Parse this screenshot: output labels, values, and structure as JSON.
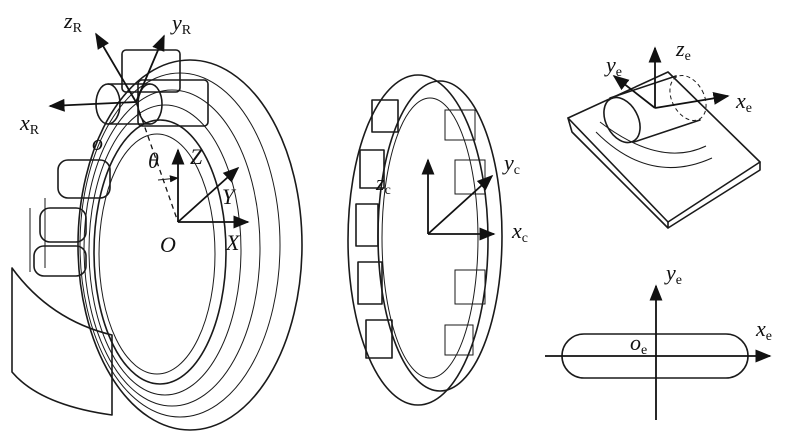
{
  "labels": {
    "bearing": {
      "xR": {
        "main": "x",
        "sub": "R"
      },
      "yR": {
        "main": "y",
        "sub": "R"
      },
      "zR": {
        "main": "z",
        "sub": "R"
      },
      "o": "o",
      "theta": "θ",
      "Z": "Z",
      "Y": "Y",
      "X": "X",
      "O": "O"
    },
    "cage": {
      "xc": {
        "main": "x",
        "sub": "c"
      },
      "yc": {
        "main": "y",
        "sub": "c"
      },
      "zc": {
        "main": "z",
        "sub": "c"
      }
    },
    "element": {
      "xe": {
        "main": "x",
        "sub": "e"
      },
      "ye": {
        "main": "y",
        "sub": "e"
      },
      "ze": {
        "main": "z",
        "sub": "e"
      }
    },
    "contact": {
      "xe": {
        "main": "x",
        "sub": "e"
      },
      "ye": {
        "main": "y",
        "sub": "e"
      },
      "oe": {
        "main": "o",
        "sub": "e"
      }
    }
  }
}
